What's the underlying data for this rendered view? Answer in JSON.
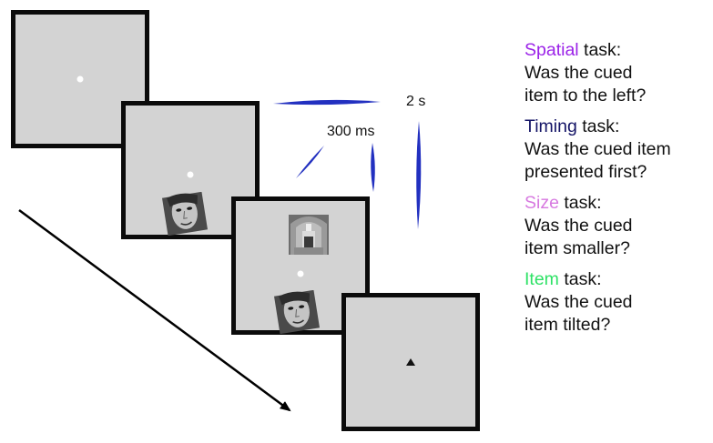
{
  "timing": {
    "long": "2 s",
    "short": "300 ms"
  },
  "tasks": [
    {
      "keyword": "Spatial",
      "color": "#9b22e8",
      "suffix": " task:",
      "line1": "Was the cued",
      "line2": "item to the left?"
    },
    {
      "keyword": "Timing",
      "color": "#141466",
      "suffix": " task:",
      "line1": "Was the cued item",
      "line2": "presented first?"
    },
    {
      "keyword": "Size",
      "color": "#d77ae0",
      "suffix": " task:",
      "line1": "Was the cued",
      "line2": "item smaller?"
    },
    {
      "keyword": "Item",
      "color": "#2ee266",
      "suffix": " task:",
      "line1": "Was the cued",
      "line2": "item tilted?"
    }
  ]
}
